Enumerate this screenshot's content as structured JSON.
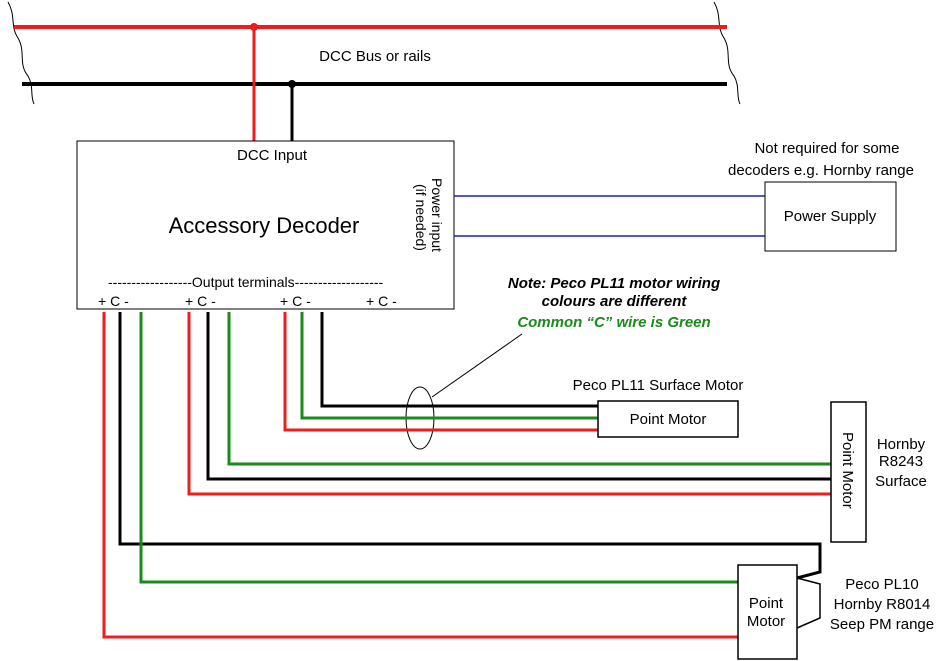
{
  "bus": {
    "label": "DCC Bus or rails"
  },
  "decoder": {
    "title": "Accessory Decoder",
    "input_label": "DCC Input",
    "power_input_line1": "Power input",
    "power_input_line2": "(if needed)",
    "output_terminals_label": "------------------Output terminals-------------------",
    "terminal_groups": [
      "+ C -",
      "+ C -",
      "+ C -",
      "+ C -"
    ]
  },
  "power_supply": {
    "label": "Power Supply",
    "note_line1": "Not required for some",
    "note_line2": "decoders e.g. Hornby range"
  },
  "note": {
    "line1": "Note: Peco PL11 motor wiring",
    "line2": "colours are different",
    "line3": "Common “C” wire is Green",
    "line3_color": "#1a8a1a"
  },
  "motors": {
    "peco_pl11": {
      "caption": "Peco PL11 Surface Motor",
      "box_label": "Point Motor"
    },
    "hornby_r8243": {
      "box_label": "Point Motor",
      "caption_line1": "Hornby",
      "caption_line2": "R8243",
      "caption_line3": "Surface"
    },
    "peco_pl10": {
      "box_line1": "Point",
      "box_line2": "Motor",
      "caption_line1": "Peco PL10",
      "caption_line2": "Hornby R8014",
      "caption_line3": "Seep PM range"
    }
  },
  "colors": {
    "red_wire": "#ee1c1c",
    "black_wire": "#000000",
    "green_wire": "#1a8a1a",
    "blue_wire": "#1f1fb4"
  }
}
